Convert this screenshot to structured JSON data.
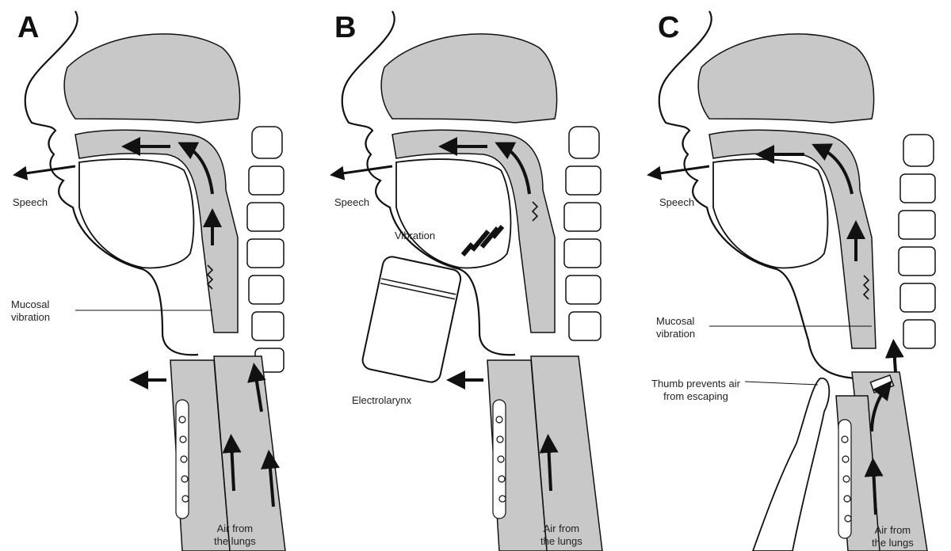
{
  "panels": [
    {
      "letter": "A",
      "speech": "Speech",
      "mucosal": [
        "Mucosal",
        "vibration"
      ],
      "air": [
        "Air from",
        "the lungs"
      ]
    },
    {
      "letter": "B",
      "speech": "Speech",
      "vibration": "Vibration",
      "device": "Electrolarynx",
      "air": [
        "Air from",
        "the lungs"
      ]
    },
    {
      "letter": "C",
      "speech": "Speech",
      "mucosal": [
        "Mucosal",
        "vibration"
      ],
      "thumb": [
        "Thumb prevents air",
        "from escaping"
      ],
      "air": [
        "Air from",
        "the lungs"
      ]
    }
  ],
  "colors": {
    "tissue": "#c8c8c8",
    "line": "#111111",
    "bone": "#ffffff"
  },
  "icons": [
    "arrow-icon",
    "zigzag-vibration-icon",
    "electrolarynx-icon",
    "thumb-icon",
    "valve-icon"
  ]
}
